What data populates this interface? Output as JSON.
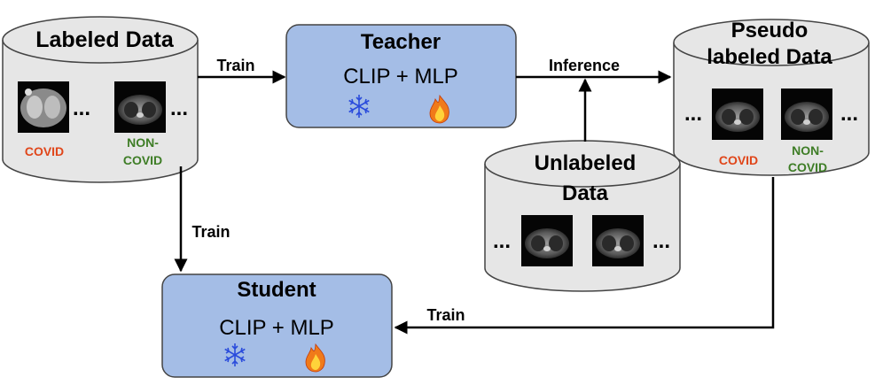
{
  "nodes": {
    "labeled": {
      "title": "Labeled Data",
      "tag_left": "COVID",
      "tag_right_1": "NON-",
      "tag_right_2": "COVID",
      "dots": "..."
    },
    "teacher": {
      "title": "Teacher",
      "subtitle": "CLIP + MLP"
    },
    "pseudo": {
      "title_1": "Pseudo",
      "title_2": "labeled Data",
      "tag_left": "COVID",
      "tag_right_1": "NON-",
      "tag_right_2": "COVID",
      "dots": "..."
    },
    "unlabeled": {
      "title_1": "Unlabeled",
      "title_2": "Data",
      "dots": "..."
    },
    "student": {
      "title": "Student",
      "subtitle": "CLIP + MLP"
    }
  },
  "edges": {
    "labeled_to_teacher": "Train",
    "teacher_to_pseudo": "Inference",
    "labeled_to_student": "Train",
    "pseudo_to_student": "Train"
  },
  "colors": {
    "box_fill": "#a4bde6",
    "box_stroke": "#444444",
    "cyl_fill": "#e6e6e6",
    "covid": "#e0461a",
    "noncovid": "#3e7d26",
    "snow": "#2a4bdc",
    "flame": "#f07a1a"
  },
  "icons": {
    "frozen": "snowflake-icon",
    "trainable": "flame-icon"
  }
}
